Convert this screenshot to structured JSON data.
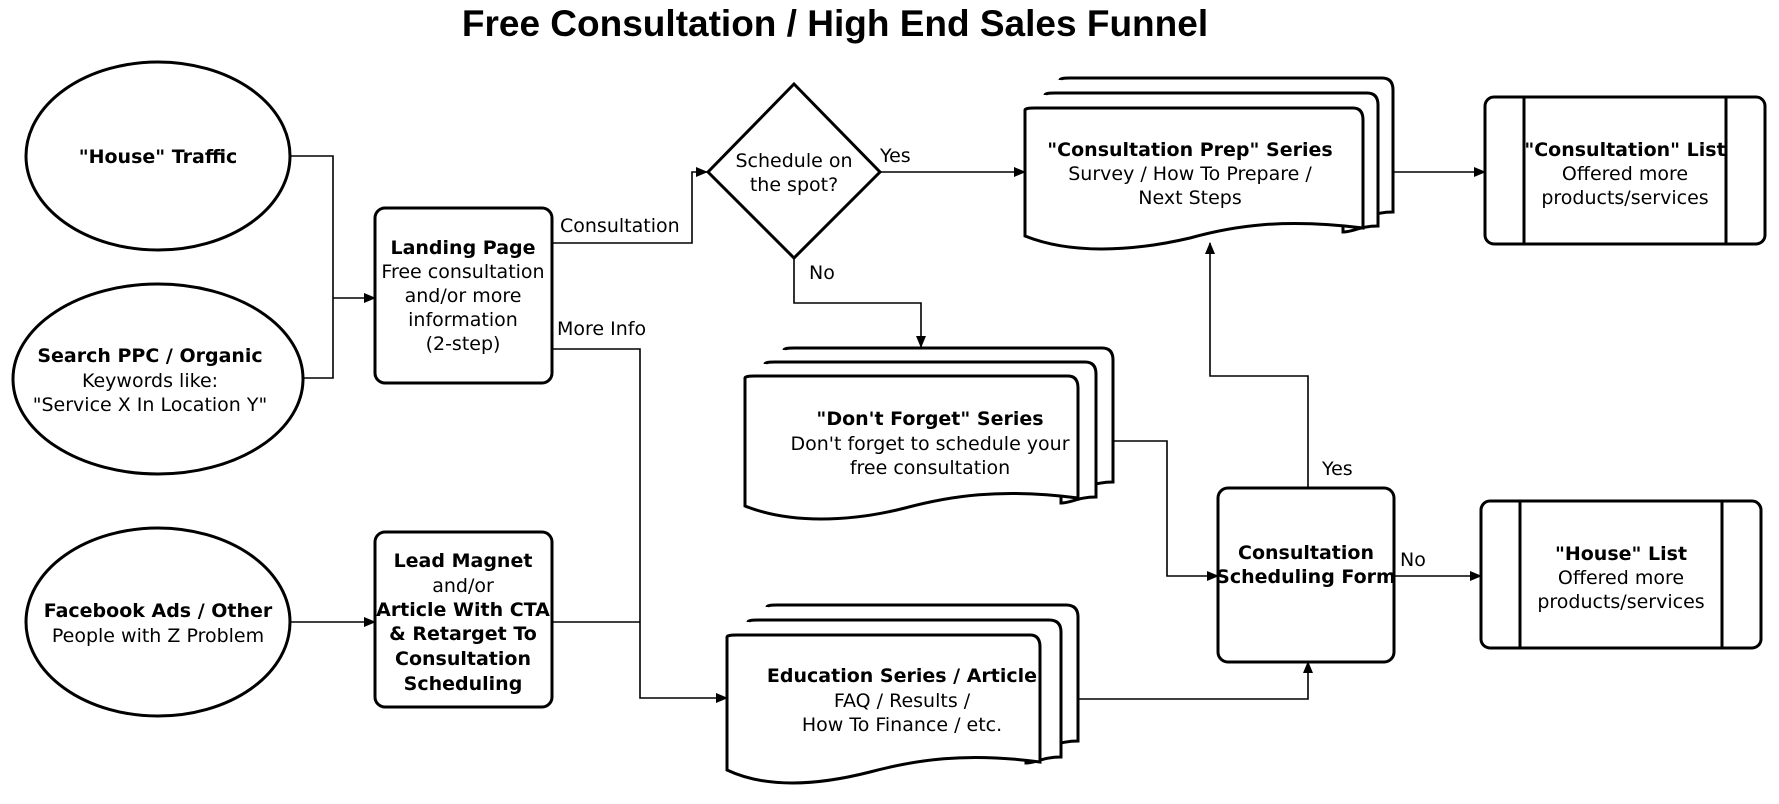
{
  "title": "Free Consultation / High End Sales Funnel",
  "nodes": {
    "house_traffic": {
      "title": "\"House\" Traffic"
    },
    "search_ppc": {
      "title": "Search PPC / Organic",
      "line1": "Keywords like:",
      "line2": "\"Service X In Location Y\""
    },
    "facebook_ads": {
      "title": "Facebook Ads / Other",
      "line1": "People with Z Problem"
    },
    "landing_page": {
      "title": "Landing Page",
      "line1": "Free consultation",
      "line2": "and/or more",
      "line3": "information",
      "line4": "(2-step)"
    },
    "lead_magnet": {
      "line1": "Lead Magnet",
      "line2": "and/or",
      "line3": "Article With CTA",
      "line4": "& Retarget To",
      "line5": "Consultation",
      "line6": "Scheduling"
    },
    "schedule_decision": {
      "line1": "Schedule on",
      "line2": "the spot?"
    },
    "consultation_prep": {
      "title": "\"Consultation Prep\" Series",
      "line1": "Survey / How To Prepare /",
      "line2": "Next Steps"
    },
    "dont_forget": {
      "title": "\"Don't Forget\" Series",
      "line1": "Don't forget to schedule your",
      "line2": "free consultation"
    },
    "education_series": {
      "title": "Education Series / Article",
      "line1": "FAQ / Results /",
      "line2": "How To Finance / etc."
    },
    "consultation_list": {
      "title": "\"Consultation\" List",
      "line1": "Offered more",
      "line2": "products/services"
    },
    "house_list": {
      "title": "\"House\" List",
      "line1": "Offered more",
      "line2": "products/services"
    },
    "scheduling_form": {
      "line1": "Consultation",
      "line2": "Scheduling Form"
    }
  },
  "edges": {
    "consultation": "Consultation",
    "more_info": "More Info",
    "yes_top": "Yes",
    "no_top": "No",
    "yes_form": "Yes",
    "no_form": "No"
  }
}
